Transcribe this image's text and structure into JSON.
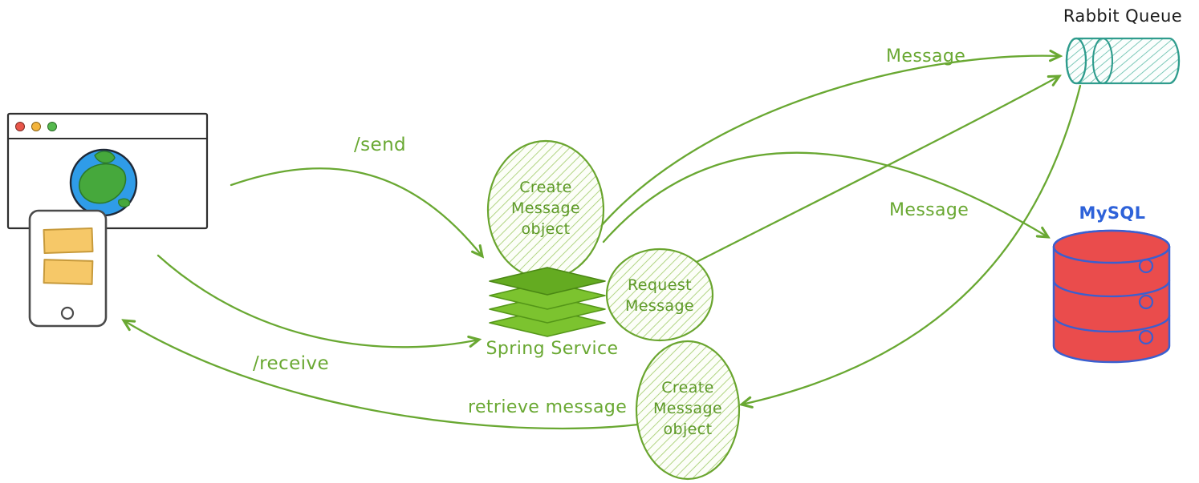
{
  "diagram": {
    "title_hint": "messaging flow between client, Spring service, RabbitMQ and MySQL"
  },
  "nodes": {
    "create_message_top": {
      "lines": [
        "Create",
        "Message",
        "object"
      ]
    },
    "request_message": {
      "lines": [
        "Request",
        "Message"
      ]
    },
    "create_message_bottom": {
      "lines": [
        "Create",
        "Message",
        "object"
      ]
    },
    "spring_service": {
      "label": "Spring Service"
    },
    "rabbit_queue": {
      "label": "Rabbit Queue"
    },
    "mysql": {
      "label": "MySQL"
    }
  },
  "edges": [
    {
      "id": "send",
      "from": "client",
      "to": "spring-service",
      "label": "/send"
    },
    {
      "id": "publish-message",
      "from": "create-message-object-top",
      "to": "rabbit-queue",
      "label": "Message"
    },
    {
      "id": "request-to-queue",
      "from": "request-message",
      "to": "rabbit-queue",
      "label": ""
    },
    {
      "id": "persist-message",
      "from": "create-message-object-top",
      "to": "mysql",
      "label": "Message"
    },
    {
      "id": "queue-to-create",
      "from": "rabbit-queue",
      "to": "create-message-object-bottom",
      "label": ""
    },
    {
      "id": "retrieve",
      "from": "create-message-object-bottom",
      "to": "client",
      "label": "retrieve message"
    },
    {
      "id": "receive",
      "from": "client",
      "to": "spring-service",
      "label": "/receive"
    }
  ],
  "icons": {
    "client_browser": "browser-window-icon",
    "client_tablet": "tablet-icon",
    "globe": "globe-icon",
    "spring": "layers-stack-icon",
    "rabbit_queue": "horizontal-cylinder-icon",
    "mysql": "database-cylinder-icon"
  },
  "colors": {
    "arrow_green": "#69a832",
    "node_text_green": "#5d9927",
    "spring_green": "#7cc32f",
    "queue_teal": "#2f9c8d",
    "mysql_red": "#ea4c4c",
    "mysql_blue": "#2e62d9",
    "card_yellow": "#f6c868",
    "globe_blue": "#2f9ce8",
    "land_green": "#46a83c",
    "traffic_red": "#e8564a",
    "traffic_yellow": "#f3b43c",
    "traffic_green": "#55b94e"
  }
}
